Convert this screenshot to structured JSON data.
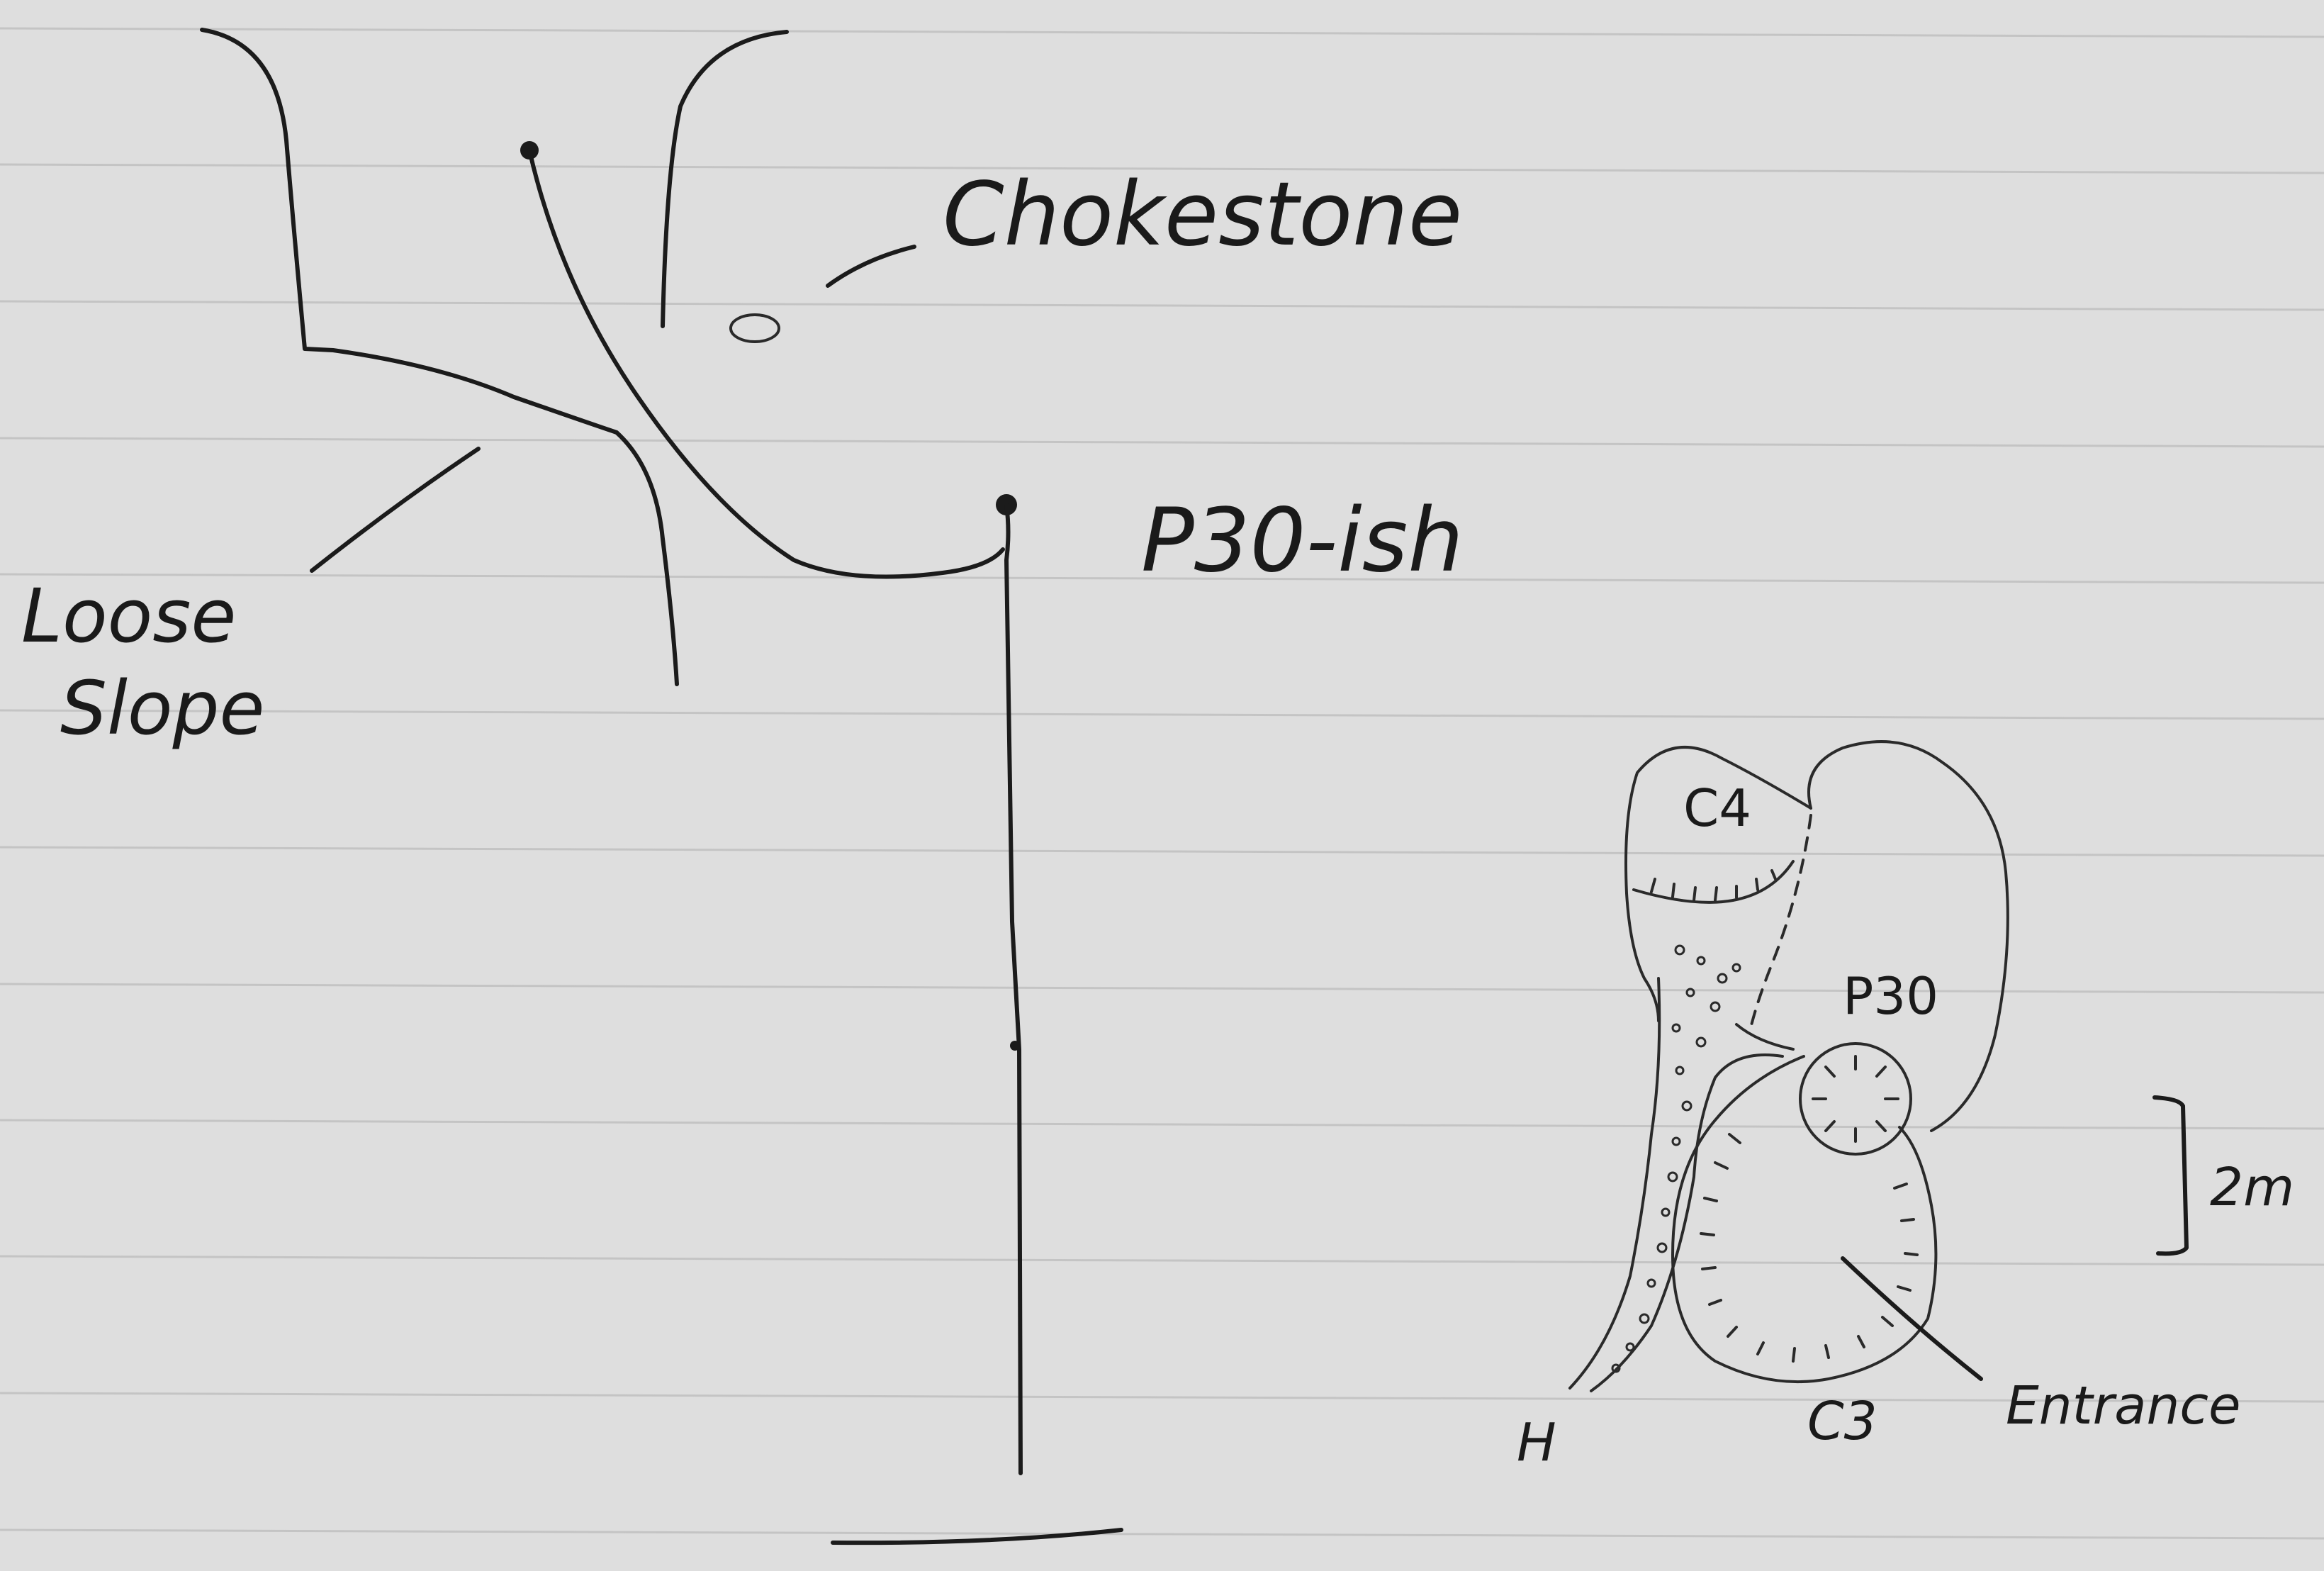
{
  "labels": {
    "chokestone": "Chokestone",
    "p30_ish": "P30-ish",
    "loose_slope_line1": "Loose",
    "loose_slope_line2": "Slope",
    "c4": "C4",
    "p30": "P30",
    "scale": "2m",
    "entrance": "Entrance",
    "c3": "C3",
    "h": "H"
  },
  "colors": {
    "paper": "#d9d9d9",
    "ink": "#1b1b1b",
    "rule": "#c4c4c4"
  }
}
